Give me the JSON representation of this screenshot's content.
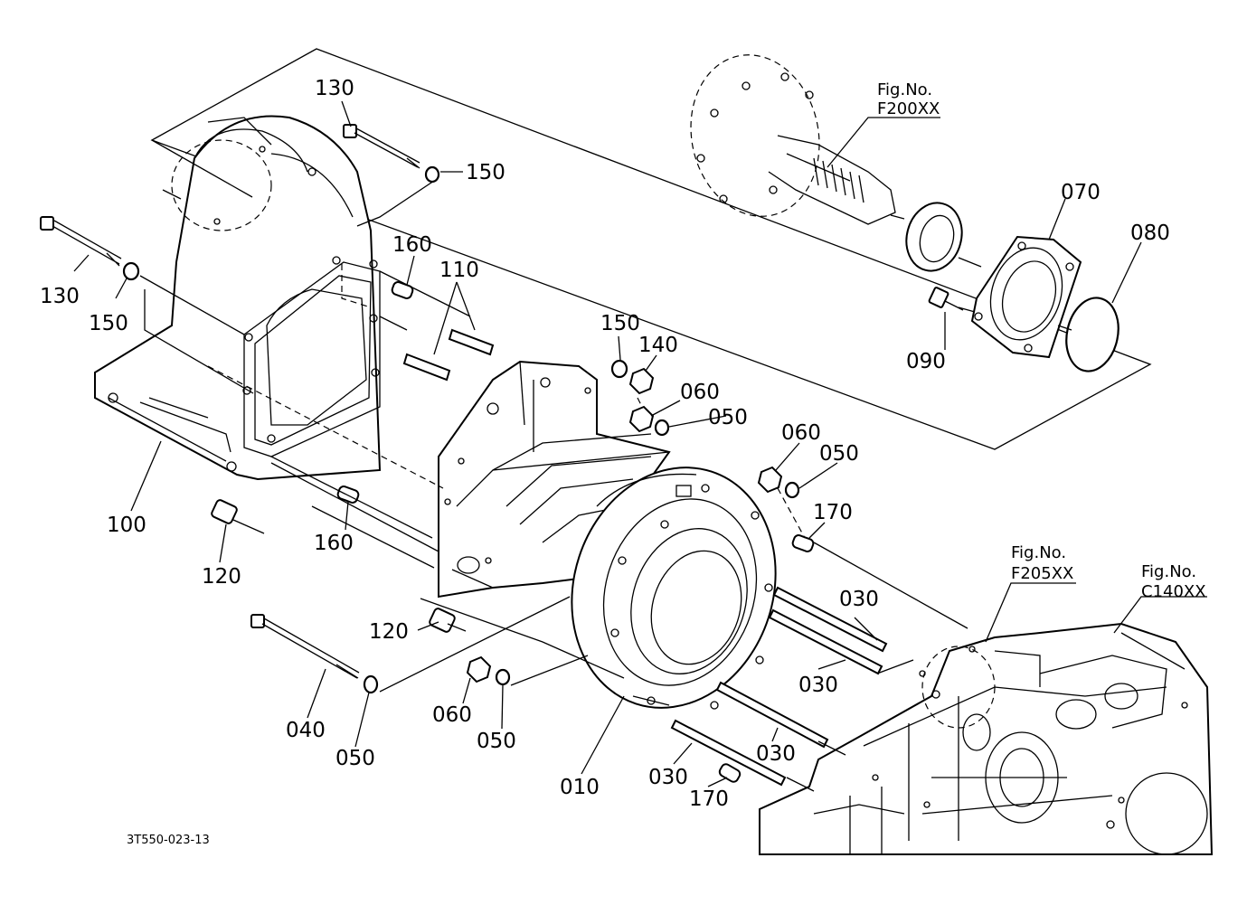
{
  "drawing_code": "3T550-023-13",
  "figure_refs": [
    {
      "id": "ref-f200",
      "line1": "Fig.No.",
      "line2": "F200XX"
    },
    {
      "id": "ref-f205",
      "line1": "Fig.No.",
      "line2": "F205XX"
    },
    {
      "id": "ref-c140",
      "line1": "Fig.No.",
      "line2": "C140XX"
    }
  ],
  "part_labels": [
    {
      "id": "130-top",
      "text": "130"
    },
    {
      "id": "150-top",
      "text": "150"
    },
    {
      "id": "130-left",
      "text": "130"
    },
    {
      "id": "150-left",
      "text": "150"
    },
    {
      "id": "160-top",
      "text": "160"
    },
    {
      "id": "110",
      "text": "110"
    },
    {
      "id": "150-mid",
      "text": "150"
    },
    {
      "id": "140",
      "text": "140"
    },
    {
      "id": "060-a",
      "text": "060"
    },
    {
      "id": "050-a",
      "text": "050"
    },
    {
      "id": "060-b",
      "text": "060"
    },
    {
      "id": "050-b",
      "text": "050"
    },
    {
      "id": "170-top",
      "text": "170"
    },
    {
      "id": "100",
      "text": "100"
    },
    {
      "id": "120-left",
      "text": "120"
    },
    {
      "id": "160-bottom",
      "text": "160"
    },
    {
      "id": "070",
      "text": "070"
    },
    {
      "id": "080",
      "text": "080"
    },
    {
      "id": "090",
      "text": "090"
    },
    {
      "id": "030-a",
      "text": "030"
    },
    {
      "id": "030-b",
      "text": "030"
    },
    {
      "id": "120-mid",
      "text": "120"
    },
    {
      "id": "040",
      "text": "040"
    },
    {
      "id": "050-c",
      "text": "050"
    },
    {
      "id": "060-c",
      "text": "060"
    },
    {
      "id": "050-d",
      "text": "050"
    },
    {
      "id": "010",
      "text": "010"
    },
    {
      "id": "030-c",
      "text": "030"
    },
    {
      "id": "030-d",
      "text": "030"
    },
    {
      "id": "170-bottom",
      "text": "170"
    }
  ]
}
